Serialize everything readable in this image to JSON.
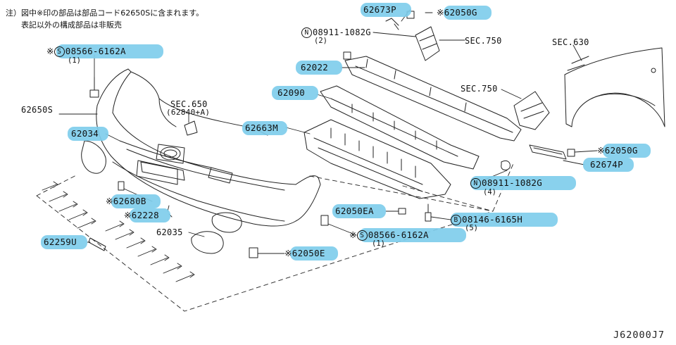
{
  "notes": {
    "line1": "注）図中※印の部品は部品コード62650Sに含まれます。",
    "line2": "　　表記以外の構成部品は非販売"
  },
  "callouts": {
    "c1": {
      "mark": "※",
      "circle": "S",
      "text": "08566-6162A",
      "qty": "(1)"
    },
    "c2": {
      "text": "62650S"
    },
    "c3": {
      "text": "62034"
    },
    "c4": {
      "text": "SEC.650"
    },
    "c5": {
      "text": "(62840+A)"
    },
    "c6": {
      "text": "62673P"
    },
    "c7": {
      "mark": "※",
      "text": "62050G"
    },
    "c8": {
      "circle": "N",
      "text": "08911-1082G",
      "qty": "(2)"
    },
    "c9": {
      "text": "SEC.750"
    },
    "c10": {
      "text": "SEC.630"
    },
    "c11": {
      "text": "62022"
    },
    "c12": {
      "text": "62090"
    },
    "c13": {
      "text": "SEC.750"
    },
    "c14": {
      "text": "62663M"
    },
    "c15": {
      "mark": "※",
      "text": "62050G"
    },
    "c16": {
      "text": "62674P"
    },
    "c17": {
      "circle": "N",
      "text": "08911-1082G",
      "qty": "(4)"
    },
    "c18": {
      "mark": "※",
      "text": "62680B"
    },
    "c19": {
      "mark": "※",
      "text": "62228"
    },
    "c20": {
      "text": "62050EA"
    },
    "c21": {
      "circle": "B",
      "text": "08146-6165H",
      "qty": "(5)"
    },
    "c22": {
      "text": "62035"
    },
    "c23": {
      "mark": "※",
      "circle": "S",
      "text": "08566-6162A",
      "qty": "(1)"
    },
    "c24": {
      "text": "62259U"
    },
    "c25": {
      "mark": "※",
      "text": "62050E"
    }
  },
  "diagram_code": "J62000J7"
}
